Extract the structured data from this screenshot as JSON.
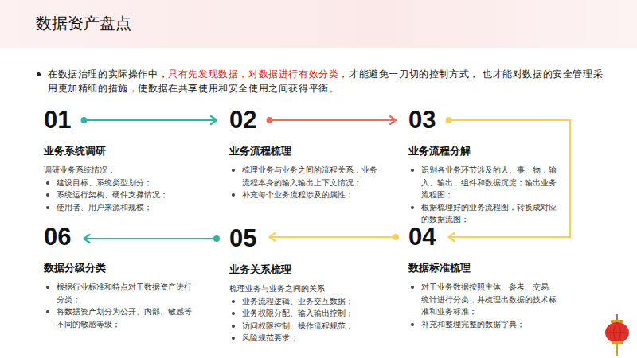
{
  "diagram": {
    "title": "数据资产盘点",
    "nodes": [
      {
        "text": [
          "01",
          "业务系统调研",
          "调研业务系统情况：",
          "建设目标、系统类型划分；",
          "系统运行架构、硬件支撑情况；",
          "使用者、用户来源和规模；"
        ]
      },
      {
        "text": [
          "02",
          "业务流程梳理",
          "梳理业务与业务之间的流程关系，业务流程本身的输入输出上下文情况；",
          "补充每个业务流程涉及的属性；"
        ]
      },
      {
        "text": [
          "03",
          "业务流程分解",
          "识别各业务环节涉及的人、事、物，输入、输出、组件和数据沉淀；输出业务流程图；",
          "根据梳理好的业务流程图，转换成对应的数据流图；"
        ]
      },
      {
        "text": [
          "04",
          "数据标准梳理",
          "对于业务数据按照主体、参考、交易、统计进行分类，并梳理出数据的技术标准和业务标准；",
          "补充和整理完整的数据字典；"
        ]
      },
      {
        "text": [
          "05",
          "业务关系梳理",
          "梳理业务与业务之间的关系",
          "业务流程逻辑、业务交互数据；",
          "业务权限分配、输入输出控制；",
          "访问权限控制、操作流程规范；",
          "风险规范要求；"
        ]
      },
      {
        "text": [
          "06",
          "数据分级分类",
          "根据行业标准和特点对于数据资产进行分类；",
          "将数据资产划分为公开、内部、敏感等不同的敏感等级；"
        ]
      }
    ],
    "edges": [
      {
        "from": 0,
        "to": 1,
        "arrow": "to"
      },
      {
        "from": 1,
        "to": 2,
        "arrow": "to"
      },
      {
        "from": 2,
        "to": 3,
        "arrow": "to"
      },
      {
        "from": 3,
        "to": 4,
        "arrow": "to"
      },
      {
        "from": 4,
        "to": 5,
        "arrow": "to"
      }
    ],
    "labels": [
      "在数据治理的实际操作中，",
      "只有先发现数据，对数据进行有效分类",
      "，才能避免一刀切的控制方式， 也才能对数据的安全管理采用更加精细的措施，使数据在共享使用和安全使用之间获得平衡。"
    ]
  }
}
